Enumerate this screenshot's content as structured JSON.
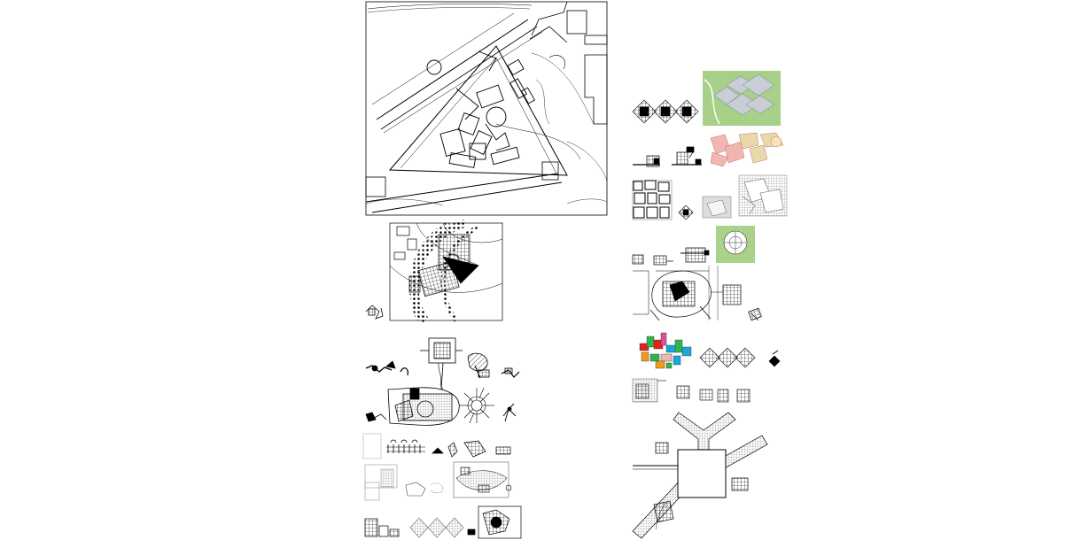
{
  "sheet": {
    "description_none": "",
    "colors": {
      "background": "#ffffff",
      "ink": "#000000",
      "site_green": "#a9d38a",
      "roof_grey": "#c9ced6",
      "pink": "#f1b6b0",
      "tan": "#e9d9a8",
      "red": "#e2231a",
      "green": "#31b44b",
      "cyan": "#19a6d8",
      "orange": "#f39a1c",
      "magenta": "#e04ca0"
    },
    "drawings": [
      {
        "name": "site-plan-main",
        "type": "site-plan"
      },
      {
        "name": "site-plan-grid",
        "type": "site-plan"
      },
      {
        "name": "sketch-row-a",
        "type": "plan-sketches"
      },
      {
        "name": "sketch-row-b",
        "type": "plan-sketches"
      },
      {
        "name": "sketch-row-c",
        "type": "plan-sketches"
      },
      {
        "name": "sketch-row-d",
        "type": "plan-sketches"
      },
      {
        "name": "sketch-row-e",
        "type": "plan-sketches"
      },
      {
        "name": "diamond-plans",
        "type": "plan"
      },
      {
        "name": "aerial-photo",
        "type": "image"
      },
      {
        "name": "colour-zoning",
        "type": "diagram"
      },
      {
        "name": "y-plan",
        "type": "plan"
      }
    ]
  }
}
